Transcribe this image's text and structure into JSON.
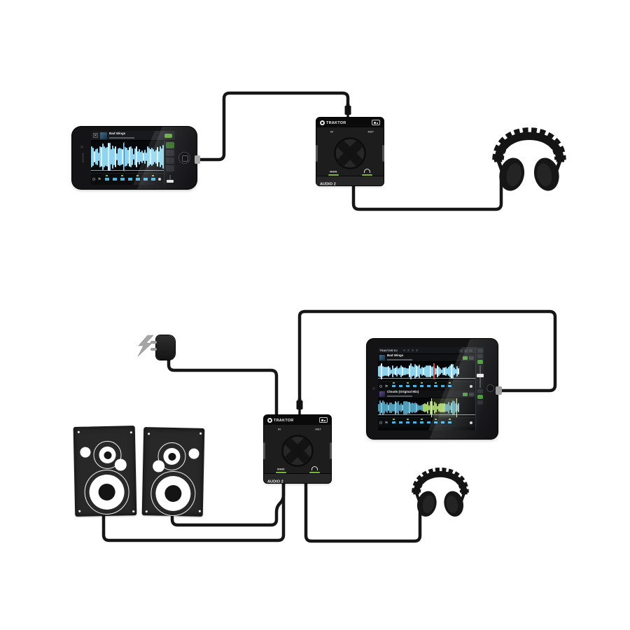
{
  "colors": {
    "background": "#ffffff",
    "cable": "#161616",
    "device_body": "#1d1d1d",
    "led_green": "#7ab82e",
    "waveform_cyan": "#8fd4ee",
    "waveform_cyan_bright": "#d6f1fc",
    "waveform_teal": "#4f9cb8",
    "loop_green": "#a6cf6b",
    "playhead_red": "#e04b2e"
  },
  "audio_interface": {
    "brand": "TRAKTOR",
    "model": "AUDIO 2",
    "top_labels": {
      "left": "IN",
      "right": "MST"
    },
    "outputs": {
      "main_label": "MAIN"
    },
    "icons": {
      "phones_output": "headphones-icon",
      "brand_mark": "ni-logo-icon"
    }
  },
  "setup_top": {
    "phone": {
      "track_title": "Bad Wings"
    },
    "icons": {
      "close": "close-icon",
      "settings": "gear-icon"
    }
  },
  "setup_bottom": {
    "tablet": {
      "toolbar_title": "TRAKTOR DJ",
      "deck_a_title": "Bad Wings",
      "deck_b_title": "Clouds (Original Mix)"
    },
    "icons": {
      "power": "lightning-bolt-icon",
      "deck_settings": "gear-icon",
      "deck_flag": "flag-icon"
    }
  }
}
